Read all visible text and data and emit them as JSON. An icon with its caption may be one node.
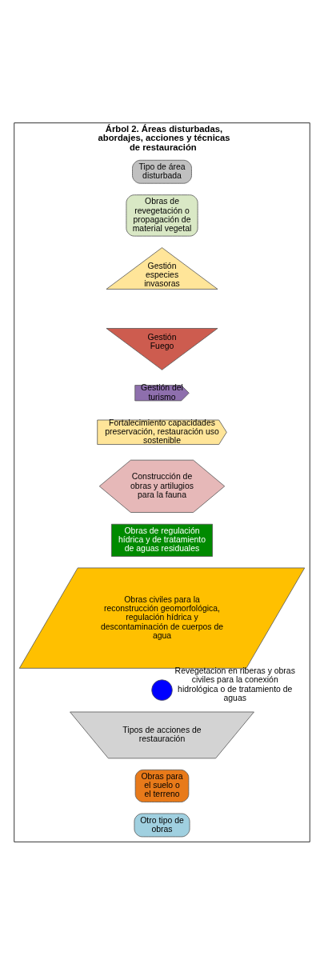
{
  "diagram": {
    "nodes": [
      {
        "text": [
          "Árbol 2. Áreas disturbadas, abordajes, acciones y técnicas de restauración"
        ]
      },
      {
        "text": [
          "Tipo de área disturbada"
        ],
        "in": 0
      },
      {
        "text": [
          "Obras de revegetación o propagación de material vegetal"
        ],
        "in": 0
      },
      {
        "text": [
          "Gestión especies invasoras"
        ],
        "in": 0
      },
      {
        "text": [
          "Gestión Fuego"
        ],
        "in": 0
      },
      {
        "text": [
          "Gestión del turismo"
        ],
        "in": 0
      },
      {
        "text": [
          "Fortalecimiento capacidades preservación, restauración uso sostenible"
        ],
        "in": 0
      },
      {
        "text": [
          "Construcción de obras y artilugios para la fauna"
        ],
        "in": 0
      },
      {
        "text": [
          "Obras de regulación hídrica y de tratamiento de aguas residuales"
        ],
        "in": 0
      },
      {
        "text": [
          "Obras civiles para la reconstrucción geomorfológica, regulación hídrica y descontaminación de cuerpos de agua"
        ],
        "in": 0
      },
      {
        "text": [],
        "shape": "circle",
        "beside": [
          "Revegetacion en riberas y obras civiles para la conexión hidrológica o de tratamiento de aguas"
        ],
        "in": 0
      },
      {
        "text": [
          "Tipos de acciones de restauración"
        ],
        "in": 0
      },
      {
        "text": [
          "Obras para el suelo o el terreno"
        ],
        "in": 0
      },
      {
        "text": [
          "Otro tipo de obras"
        ],
        "in": 0
      }
    ],
    "edges": []
  }
}
